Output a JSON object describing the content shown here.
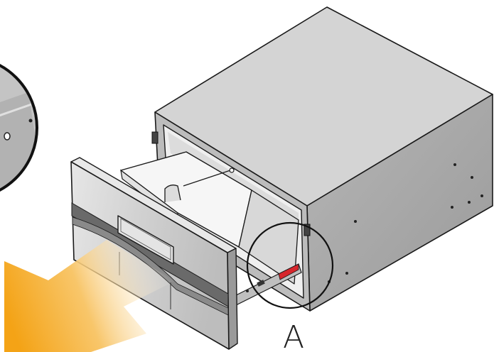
{
  "diagram": {
    "callout_label": "A",
    "colors": {
      "outline": "#1a1a1a",
      "housing_top": "#d4d4d4",
      "housing_side": "#a8a8a8",
      "drawer_front": "#c8c8c8",
      "drawer_band": "#6a6a6a",
      "drawer_interior": "#f4f4f4",
      "arrow_start": "#f4a316",
      "arrow_end": "#ffffff",
      "rail_accent": "#d7262c",
      "magnifier_fill": "#c4c4c4"
    },
    "icons": {
      "direction_arrow": "pull-out-arrow-icon",
      "detail_circle": "detail-callout-circle",
      "magnifier": "magnified-detail-view"
    }
  }
}
